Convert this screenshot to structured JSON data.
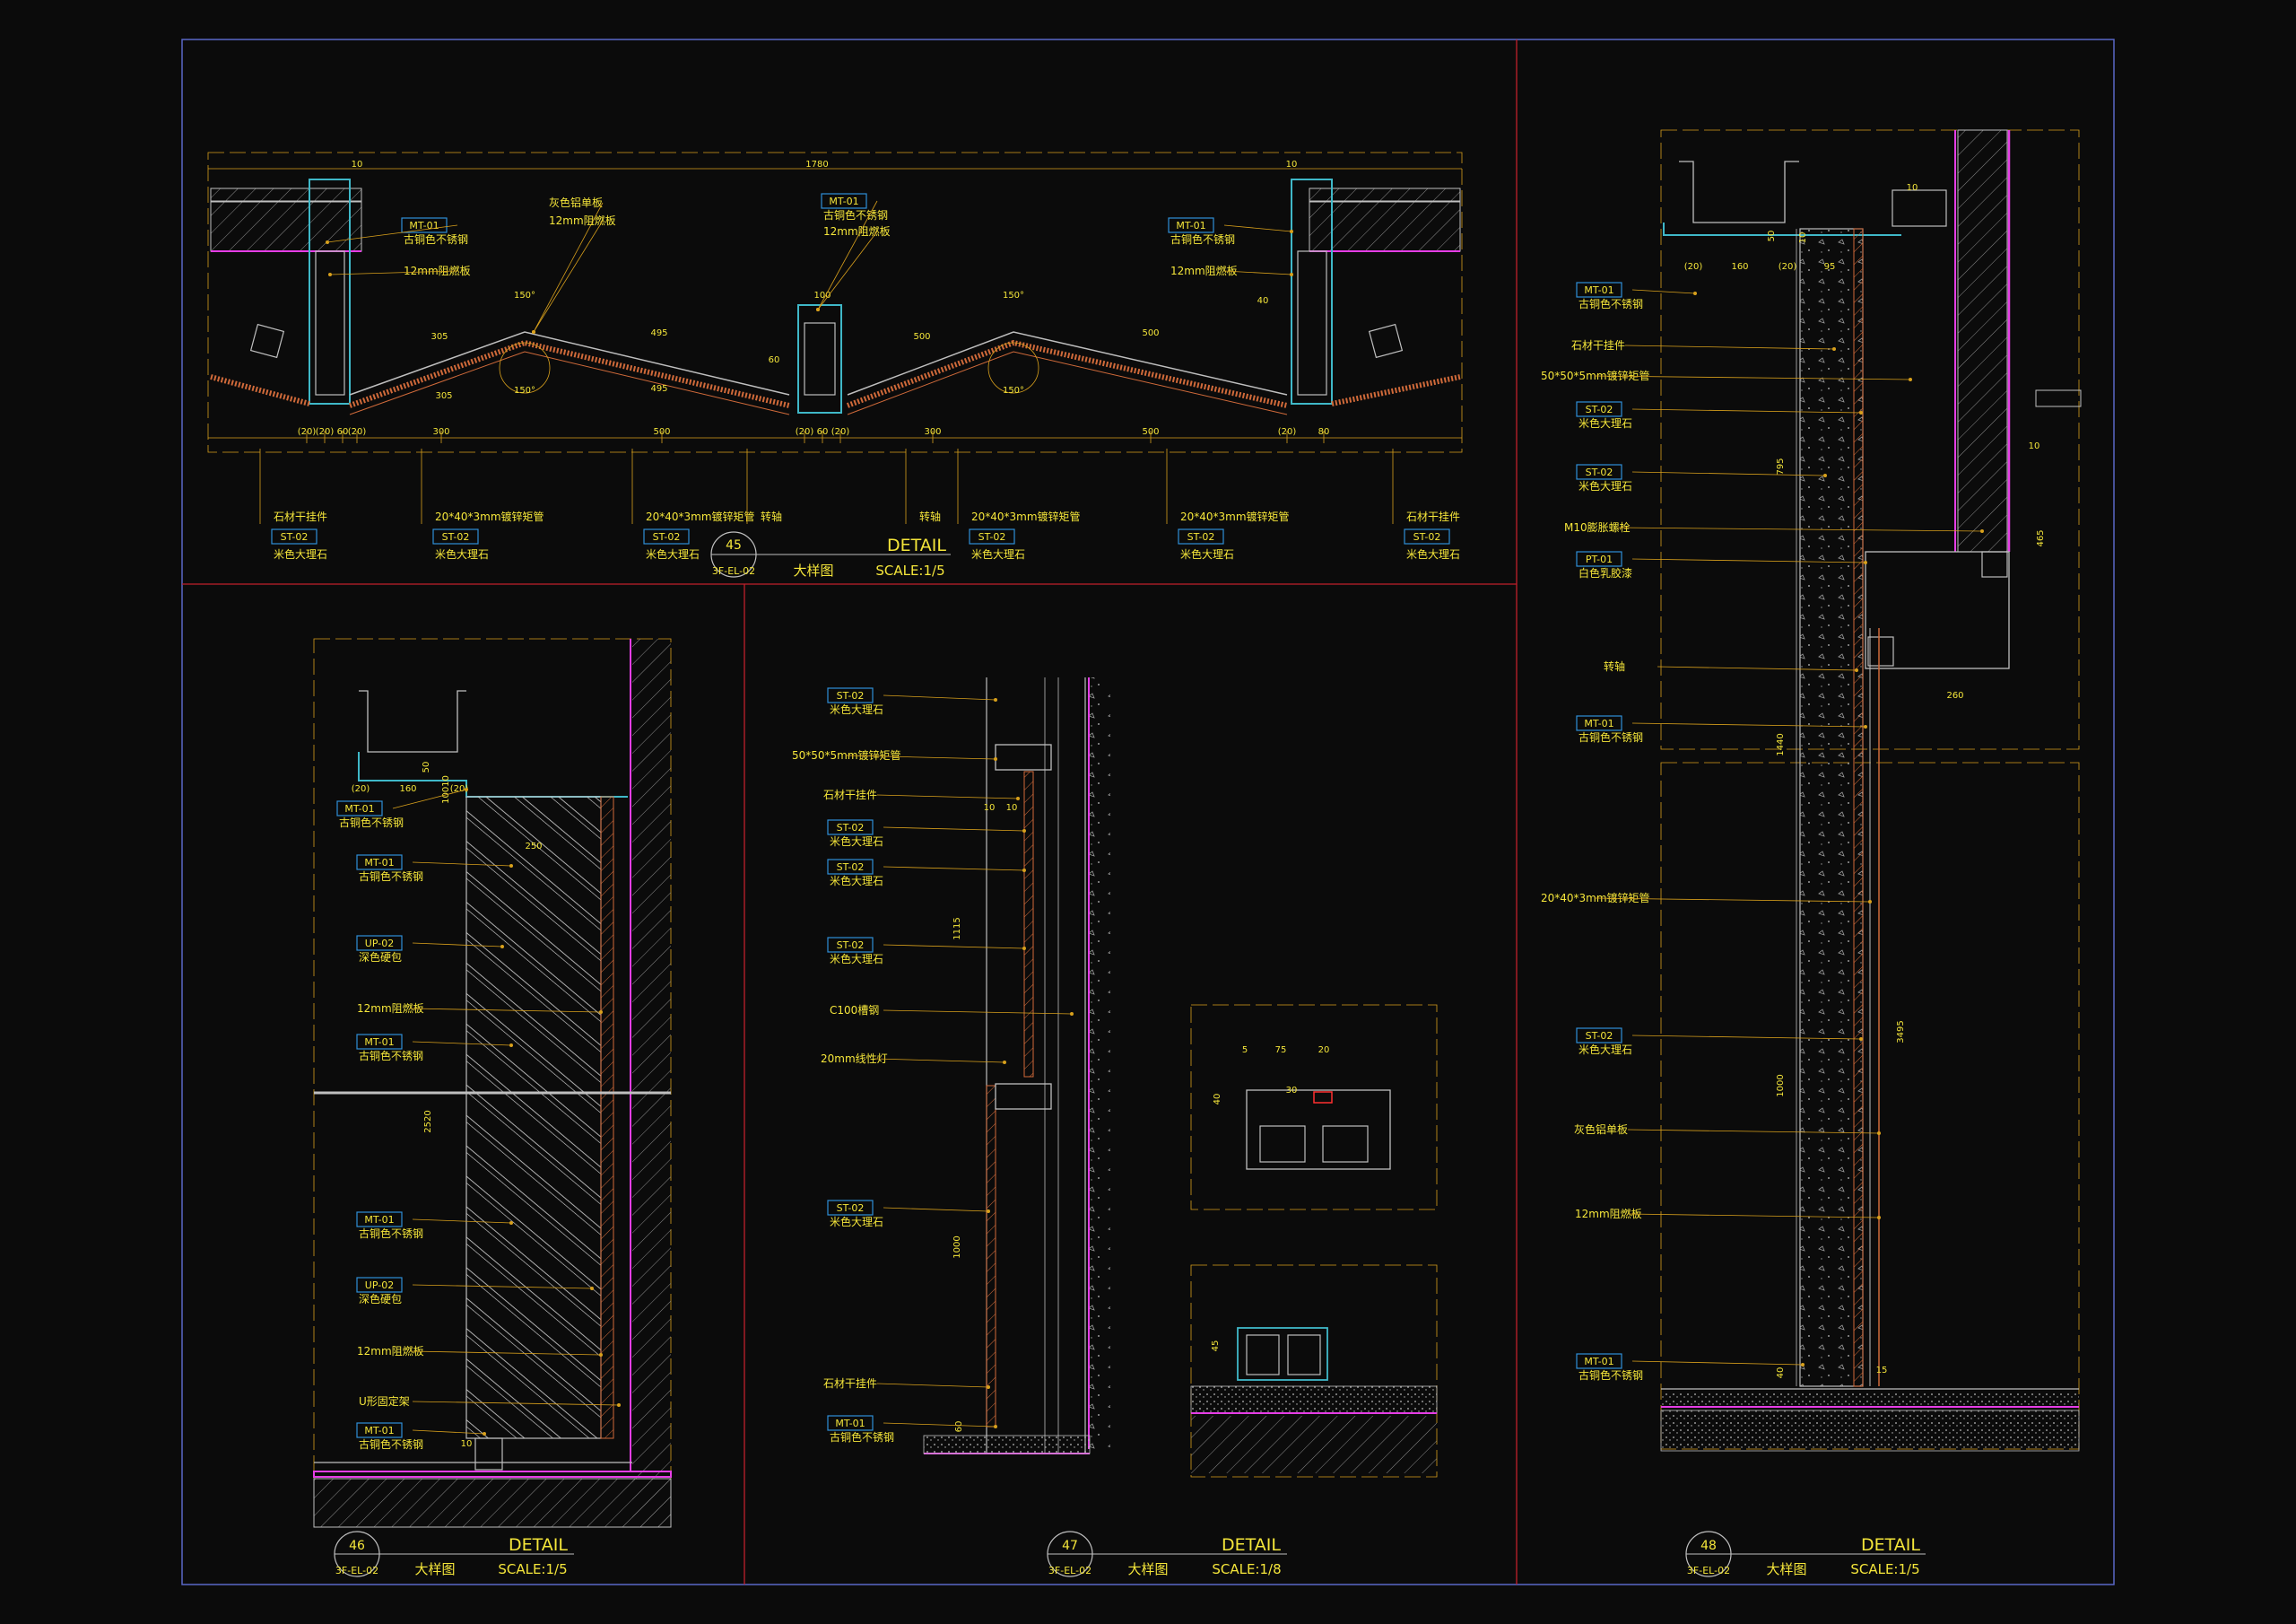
{
  "colors": {
    "background": "#0b0b0b",
    "border": "#5a67c8",
    "divider": "#c0202b",
    "dimension": "#d8a01c",
    "annotation": "#f5e63a",
    "tag_box": "#2f8fd8",
    "wall": "#e63de6",
    "structure": "#bfbfbf",
    "steel": "#3fb8c8",
    "stone": "#d06a3a"
  },
  "detail45": {
    "number": "45",
    "ref": "3F-EL-02",
    "title": "DETAIL",
    "name": "大样图",
    "scale": "SCALE:1/5",
    "dims_top": {
      "total": "1780",
      "left": "10",
      "right": "10"
    },
    "dims_bottom": [
      "(20)",
      "(20)",
      "60",
      "(20)",
      "300",
      "500",
      "(20)",
      "60",
      "(20)",
      "300",
      "500",
      "(20)",
      "80"
    ],
    "dims_mid": [
      "305",
      "495",
      "305",
      "495",
      "500",
      "500",
      "100",
      "150°",
      "150°",
      "150°",
      "150°",
      "60",
      "40"
    ],
    "callouts_top": [
      {
        "tag": "MT-01",
        "text": "古铜色不锈钢"
      },
      {
        "tag": "",
        "text": "12mm阻燃板"
      },
      {
        "tag": "",
        "text": "灰色铝单板"
      },
      {
        "tag": "",
        "text": "12mm阻燃板"
      },
      {
        "tag": "MT-01",
        "text": "古铜色不锈钢"
      },
      {
        "tag": "",
        "text": "12mm阻燃板"
      },
      {
        "tag": "MT-01",
        "text": "古铜色不锈钢"
      },
      {
        "tag": "",
        "text": "12mm阻燃板"
      }
    ],
    "callouts_bottom": [
      {
        "line": "石材干挂件",
        "tag": "ST-02",
        "text": "米色大理石"
      },
      {
        "line": "20*40*3mm镀锌矩管",
        "tag": "ST-02",
        "text": "米色大理石"
      },
      {
        "line": "20*40*3mm镀锌矩管",
        "tag": "ST-02",
        "text": "米色大理石"
      },
      {
        "line": "转轴",
        "tag": "",
        "text": ""
      },
      {
        "line": "转轴",
        "tag": "",
        "text": ""
      },
      {
        "line": "20*40*3mm镀锌矩管",
        "tag": "ST-02",
        "text": "米色大理石"
      },
      {
        "line": "20*40*3mm镀锌矩管",
        "tag": "ST-02",
        "text": "米色大理石"
      },
      {
        "line": "石材干挂件",
        "tag": "ST-02",
        "text": "米色大理石"
      }
    ]
  },
  "detail46": {
    "number": "46",
    "ref": "3F-EL-02",
    "title": "DETAIL",
    "name": "大样图",
    "scale": "SCALE:1/5",
    "dims": [
      "(20)",
      "160",
      "(20)",
      "50",
      "10010",
      "250",
      "2520",
      "10"
    ],
    "callouts": [
      {
        "tag": "MT-01",
        "text": "古铜色不锈钢"
      },
      {
        "tag": "MT-01",
        "text": "古铜色不锈钢"
      },
      {
        "tag": "UP-02",
        "text": "深色硬包"
      },
      {
        "tag": "",
        "text": "12mm阻燃板"
      },
      {
        "tag": "MT-01",
        "text": "古铜色不锈钢"
      },
      {
        "tag": "MT-01",
        "text": "古铜色不锈钢"
      },
      {
        "tag": "UP-02",
        "text": "深色硬包"
      },
      {
        "tag": "",
        "text": "12mm阻燃板"
      },
      {
        "tag": "",
        "text": "U形固定架"
      },
      {
        "tag": "MT-01",
        "text": "古铜色不锈钢"
      }
    ]
  },
  "detail47": {
    "number": "47",
    "ref": "3F-EL-02",
    "title": "DETAIL",
    "name": "大样图",
    "scale": "SCALE:1/8",
    "dims": [
      "10",
      "10",
      "1115",
      "1000",
      "60",
      "5",
      "75",
      "20",
      "40",
      "30",
      "45"
    ],
    "callouts": [
      {
        "tag": "ST-02",
        "text": "米色大理石"
      },
      {
        "tag": "",
        "text": "50*50*5mm镀锌矩管"
      },
      {
        "tag": "",
        "text": "石材干挂件"
      },
      {
        "tag": "ST-02",
        "text": "米色大理石"
      },
      {
        "tag": "ST-02",
        "text": "米色大理石"
      },
      {
        "tag": "ST-02",
        "text": "米色大理石"
      },
      {
        "tag": "",
        "text": "C100槽钢"
      },
      {
        "tag": "",
        "text": "20mm线性灯"
      },
      {
        "tag": "ST-02",
        "text": "米色大理石"
      },
      {
        "tag": "",
        "text": "石材干挂件"
      },
      {
        "tag": "MT-01",
        "text": "古铜色不锈钢"
      }
    ]
  },
  "detail48": {
    "number": "48",
    "ref": "3F-EL-02",
    "title": "DETAIL",
    "name": "大样图",
    "scale": "SCALE:1/5",
    "dims": [
      "(20)",
      "160",
      "(20)",
      "10",
      "95",
      "50",
      "10",
      "465",
      "10",
      "260",
      "795",
      "1440",
      "1000",
      "3495",
      "40",
      "15"
    ],
    "callouts": [
      {
        "tag": "MT-01",
        "text": "古铜色不锈钢"
      },
      {
        "tag": "",
        "text": "石材干挂件"
      },
      {
        "tag": "",
        "text": "50*50*5mm镀锌矩管"
      },
      {
        "tag": "ST-02",
        "text": "米色大理石"
      },
      {
        "tag": "ST-02",
        "text": "米色大理石"
      },
      {
        "tag": "",
        "text": "M10膨胀螺栓"
      },
      {
        "tag": "PT-01",
        "text": "白色乳胶漆"
      },
      {
        "tag": "",
        "text": "转轴"
      },
      {
        "tag": "MT-01",
        "text": "古铜色不锈钢"
      },
      {
        "tag": "",
        "text": "20*40*3mm镀锌矩管"
      },
      {
        "tag": "ST-02",
        "text": "米色大理石"
      },
      {
        "tag": "",
        "text": "灰色铝单板"
      },
      {
        "tag": "",
        "text": "12mm阻燃板"
      },
      {
        "tag": "MT-01",
        "text": "古铜色不锈钢"
      }
    ]
  }
}
